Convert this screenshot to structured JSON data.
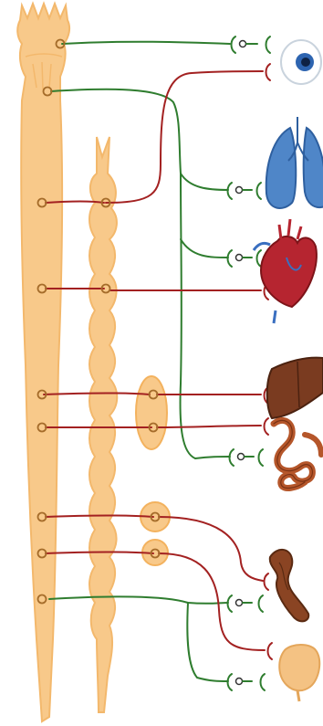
{
  "diagram": {
    "kind": "autonomic-nervous-system-illustration",
    "labels": [],
    "colors": {
      "background": "#ffffff",
      "cord_fill": "#f8c98a",
      "cord_stroke": "#f3b86c",
      "ganglion_fill": "#f3b25e",
      "nucleus": "#a56c2a",
      "parasympathetic": "#2f7d2f",
      "sympathetic": "#a32121",
      "eye_iris": "#1e4f9e",
      "lungs": "#4f86c8",
      "heart": "#b62530",
      "liver": "#7a3b20",
      "intestine": "#b5562a",
      "kidney": "#8a4423",
      "bladder": "#f4c283"
    },
    "pathway_types": [
      "parasympathetic",
      "sympathetic"
    ],
    "organs": [
      {
        "id": "eye",
        "icon": "eye-icon"
      },
      {
        "id": "lungs",
        "icon": "lungs-icon"
      },
      {
        "id": "heart",
        "icon": "heart-icon"
      },
      {
        "id": "liver",
        "icon": "liver-icon"
      },
      {
        "id": "intestine",
        "icon": "intestine-icon"
      },
      {
        "id": "kidney",
        "icon": "kidney-icon"
      },
      {
        "id": "bladder",
        "icon": "bladder-icon"
      }
    ]
  }
}
